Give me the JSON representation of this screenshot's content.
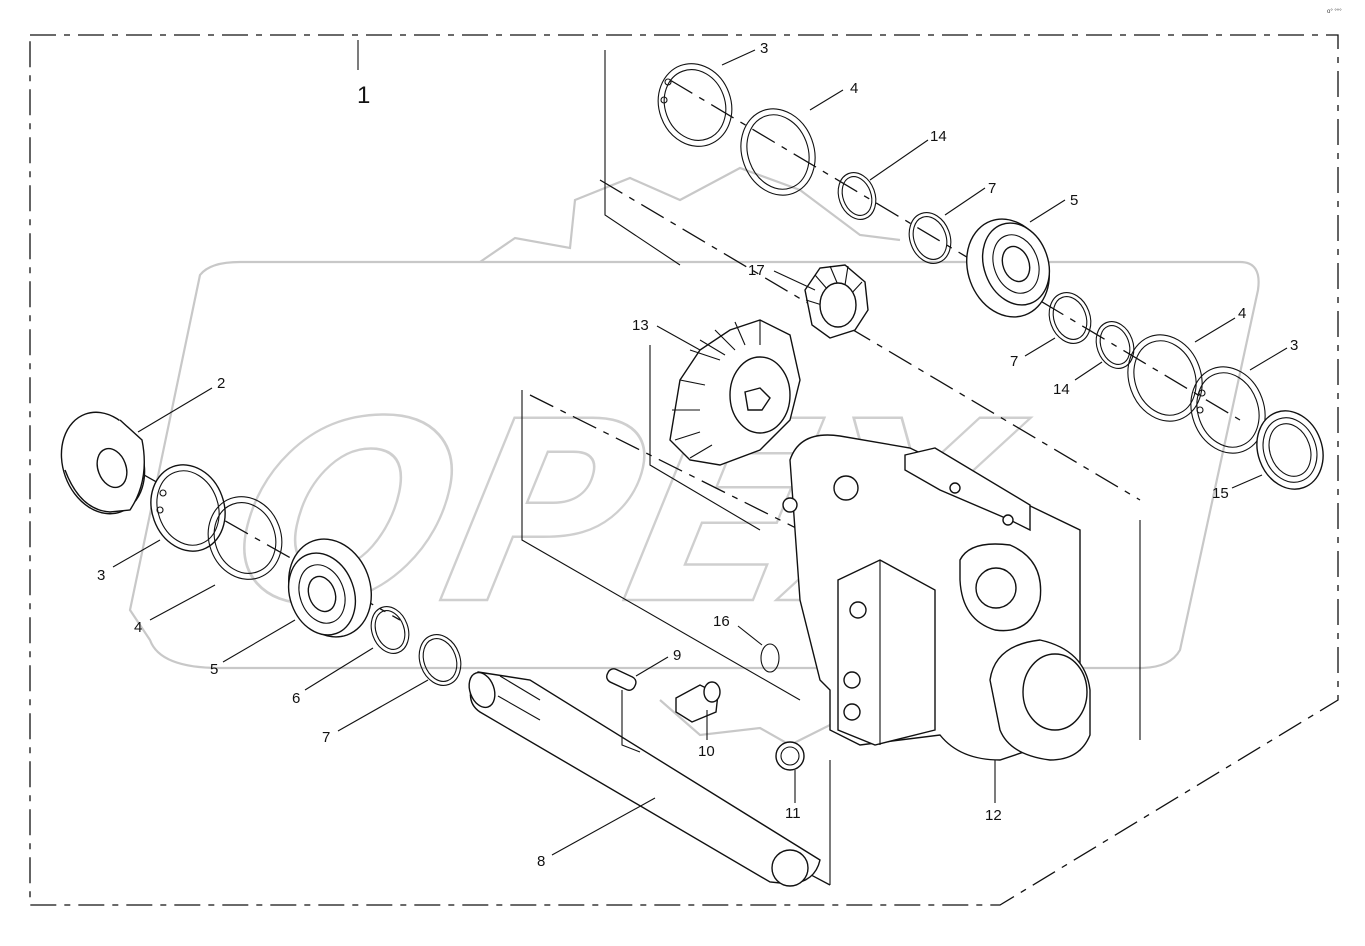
{
  "diagram": {
    "assembly_label": "1",
    "watermark": "OPEX",
    "corner_code": "o° °°°",
    "callouts": [
      "2",
      "3",
      "3",
      "3",
      "4",
      "4",
      "4",
      "5",
      "5",
      "6",
      "7",
      "7",
      "7",
      "8",
      "9",
      "10",
      "11",
      "12",
      "13",
      "14",
      "14",
      "15",
      "16",
      "17"
    ]
  },
  "colors": {
    "line": "#111111",
    "watermark": "#c8c8c8",
    "background": "#ffffff"
  }
}
